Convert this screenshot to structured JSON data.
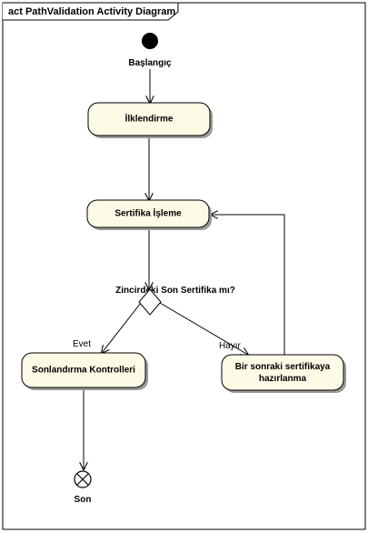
{
  "diagram": {
    "frame_title": "act PathValidation Activity Diagram",
    "initial": {
      "label": "Başlangıç"
    },
    "final": {
      "label": "Son"
    },
    "actions": {
      "init": "İlklendirme",
      "process": "Sertifika İşleme",
      "finalize": "Sonlandırma Kontrolleri",
      "prepare_line1": "Bir sonraki sertifikaya",
      "prepare_line2": "hazırlanma"
    },
    "decision": {
      "label": "Zincirdeki Son Sertifika mı?"
    },
    "guards": {
      "yes": "Evet",
      "no": "Hayır"
    },
    "colors": {
      "action_fill": "#fdfbe6",
      "shadow": "#9a9a9a",
      "stroke": "#000000"
    }
  }
}
